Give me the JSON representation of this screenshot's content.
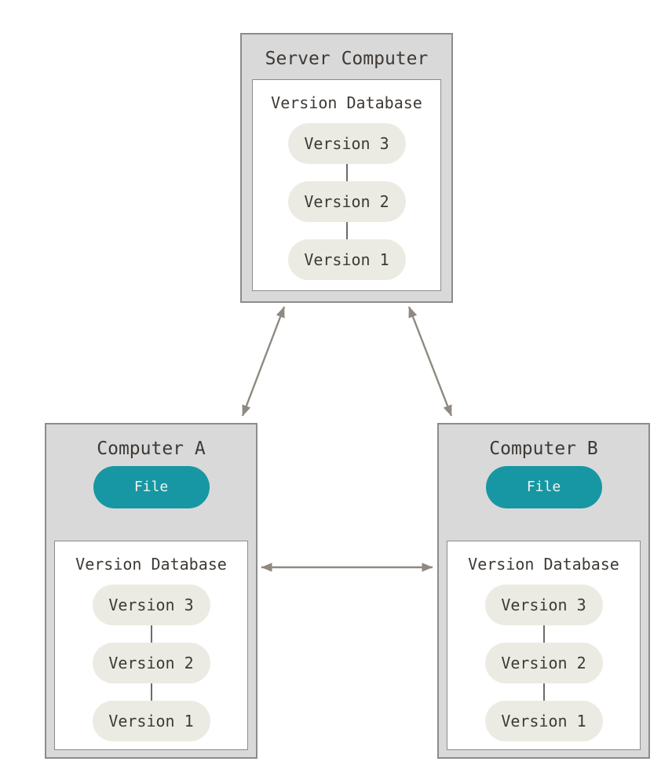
{
  "colors": {
    "page_bg": "#ffffff",
    "box_fill": "#d9d9d9",
    "box_border": "#8c8c8c",
    "inner_fill": "#ffffff",
    "pill_fill": "#ecebe3",
    "file_fill": "#1797a3",
    "file_text": "#f2f2ee",
    "arrow": "#8f8982",
    "connector": "#6f6b66",
    "text": "#3e3935"
  },
  "diagram": {
    "server": {
      "title": "Server Computer",
      "database": {
        "title": "Version Database",
        "versions": [
          "Version 3",
          "Version 2",
          "Version 1"
        ]
      }
    },
    "computer_a": {
      "title": "Computer A",
      "file_label": "File",
      "database": {
        "title": "Version Database",
        "versions": [
          "Version 3",
          "Version 2",
          "Version 1"
        ]
      }
    },
    "computer_b": {
      "title": "Computer B",
      "file_label": "File",
      "database": {
        "title": "Version Database",
        "versions": [
          "Version 3",
          "Version 2",
          "Version 1"
        ]
      }
    },
    "connections": [
      {
        "from": "server_computer",
        "to": "computer_a",
        "bidirectional": true
      },
      {
        "from": "server_computer",
        "to": "computer_b",
        "bidirectional": true
      },
      {
        "from": "computer_a",
        "to": "computer_b",
        "bidirectional": true
      },
      {
        "from": "computer_a.version_database",
        "to": "computer_a.file",
        "bidirectional": false
      },
      {
        "from": "computer_b.version_database",
        "to": "computer_b.file",
        "bidirectional": false
      }
    ]
  }
}
